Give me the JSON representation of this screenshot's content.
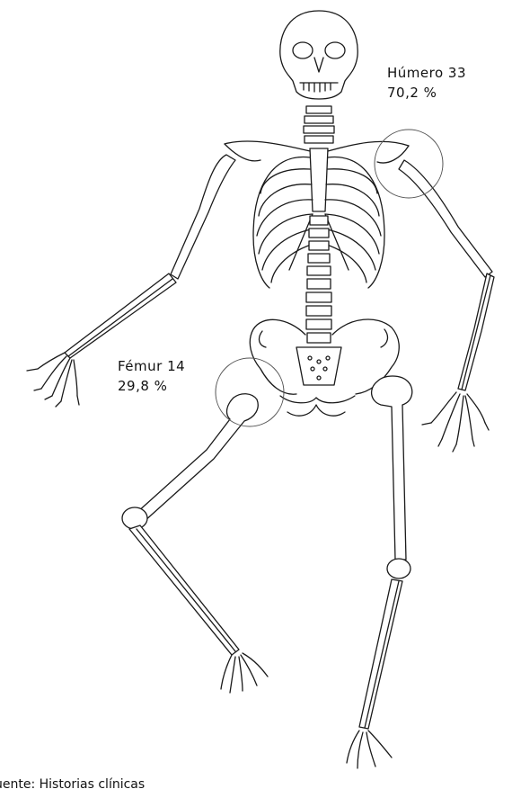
{
  "labels": {
    "humero": {
      "name": "Húmero 33",
      "percent": "70,2 %"
    },
    "femur": {
      "name": "Fémur 14",
      "percent": "29,8 %"
    }
  },
  "footnote": "uente: Historias clínicas",
  "colors": {
    "line": "#1a1a1a",
    "background": "#ffffff"
  }
}
